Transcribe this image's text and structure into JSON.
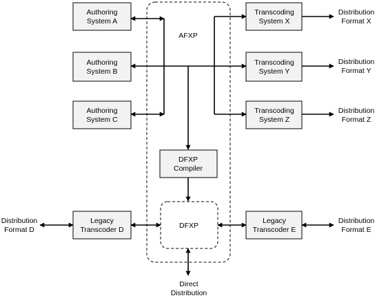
{
  "afxp": {
    "label": "AFXP"
  },
  "authoring": [
    {
      "line1": "Authoring",
      "line2": "System A"
    },
    {
      "line1": "Authoring",
      "line2": "System B"
    },
    {
      "line1": "Authoring",
      "line2": "System C"
    }
  ],
  "transcoding": [
    {
      "line1": "Transcoding",
      "line2": "System X"
    },
    {
      "line1": "Transcoding",
      "line2": "System Y"
    },
    {
      "line1": "Transcoding",
      "line2": "System Z"
    }
  ],
  "distribution_right": [
    {
      "line1": "Distribution",
      "line2": "Format X"
    },
    {
      "line1": "Distribution",
      "line2": "Format Y"
    },
    {
      "line1": "Distribution",
      "line2": "Format Z"
    }
  ],
  "compiler": {
    "line1": "DFXP",
    "line2": "Compiler"
  },
  "dfxp": {
    "label": "DFXP"
  },
  "legacy_d": {
    "line1": "Legacy",
    "line2": "Transcoder D"
  },
  "legacy_e": {
    "line1": "Legacy",
    "line2": "Transcoder E"
  },
  "distribution_d": {
    "line1": "Distribution",
    "line2": "Format D"
  },
  "distribution_e": {
    "line1": "Distribution",
    "line2": "Format E"
  },
  "direct": {
    "line1": "Direct",
    "line2": "Distribution"
  }
}
